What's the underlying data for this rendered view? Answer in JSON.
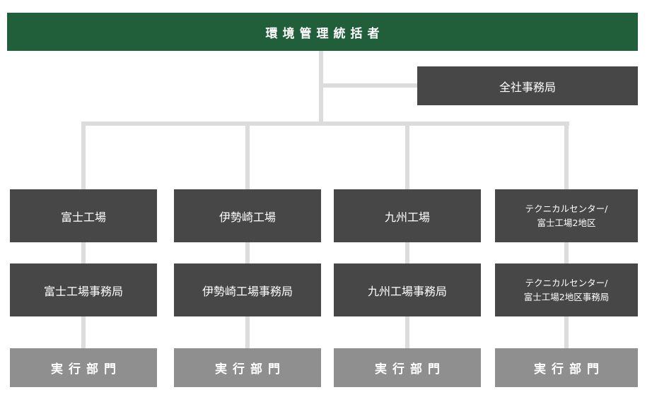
{
  "chart": {
    "title": "環境管理統括者",
    "company_secretariat": "全社事務局",
    "columns": [
      {
        "factory": "富士工場",
        "secretariat": "富士工場事務局",
        "execution": "実行部門"
      },
      {
        "factory": "伊勢崎工場",
        "secretariat": "伊勢崎工場事務局",
        "execution": "実行部門"
      },
      {
        "factory": "九州工場",
        "secretariat": "九州工場事務局",
        "execution": "実行部門"
      },
      {
        "factory": "テクニカルセンター/\n富士工場2地区",
        "secretariat": "テクニカルセンター/\n富士工場2地区事務局",
        "execution": "実行部門"
      }
    ],
    "colors": {
      "header_green": "#215e3a",
      "box_dark_gray": "#474747",
      "box_light_gray": "#8f8f8f",
      "connector_line": "#dcdcdc",
      "text": "#ffffff",
      "background": "#ffffff"
    }
  }
}
